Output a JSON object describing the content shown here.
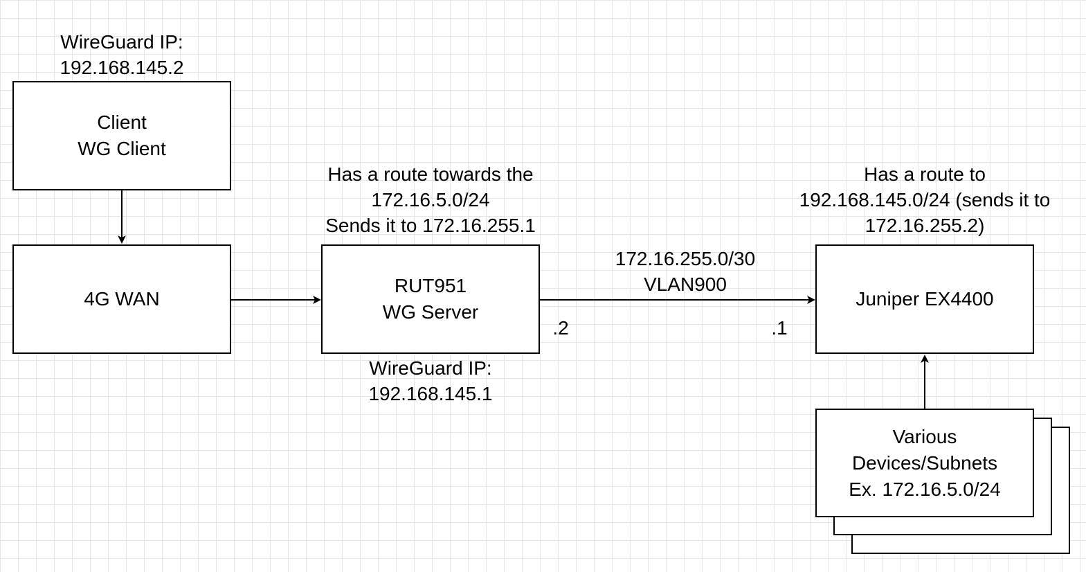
{
  "nodes": {
    "client": {
      "line1": "Client",
      "line2": "WG Client"
    },
    "wan": {
      "label": "4G WAN"
    },
    "rut": {
      "line1": "RUT951",
      "line2": "WG Server"
    },
    "juniper": {
      "label": "Juniper EX4400"
    },
    "devices": {
      "line1": "Various",
      "line2": "Devices/Subnets",
      "line3": "Ex. 172.16.5.0/24"
    }
  },
  "annotations": {
    "client_ip": {
      "line1": "WireGuard IP:",
      "line2": "192.168.145.2"
    },
    "rut_route": {
      "line1": "Has a route towards the",
      "line2": "172.16.5.0/24",
      "line3": "Sends it to 172.16.255.1"
    },
    "rut_ip": {
      "line1": "WireGuard IP:",
      "line2": "192.168.145.1"
    },
    "link_subnet": {
      "line1": "172.16.255.0/30",
      "line2": "VLAN900"
    },
    "rut_side_ip": ".2",
    "juniper_side_ip": ".1",
    "juniper_route": {
      "line1": "Has a route to",
      "line2": "192.168.145.0/24 (sends it to",
      "line3": "172.16.255.2)"
    }
  },
  "colors": {
    "stroke": "#000000",
    "grid": "#e6e6e6",
    "background": "#ffffff"
  }
}
